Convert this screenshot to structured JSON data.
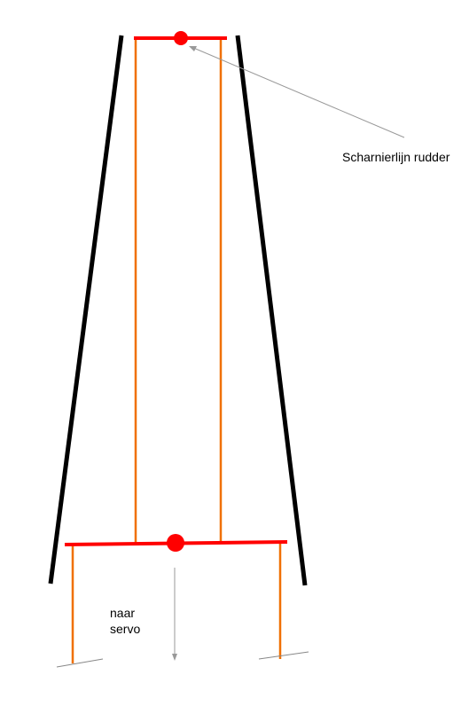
{
  "labels": {
    "hinge_line": "Scharnierlijn rudder",
    "servo_line1": "naar",
    "servo_line2": "servo"
  },
  "colors": {
    "fuselage": "#000000",
    "horn": "#ff0000",
    "cable": "#f07000",
    "pointer": "#999999",
    "ground": "#888888"
  }
}
